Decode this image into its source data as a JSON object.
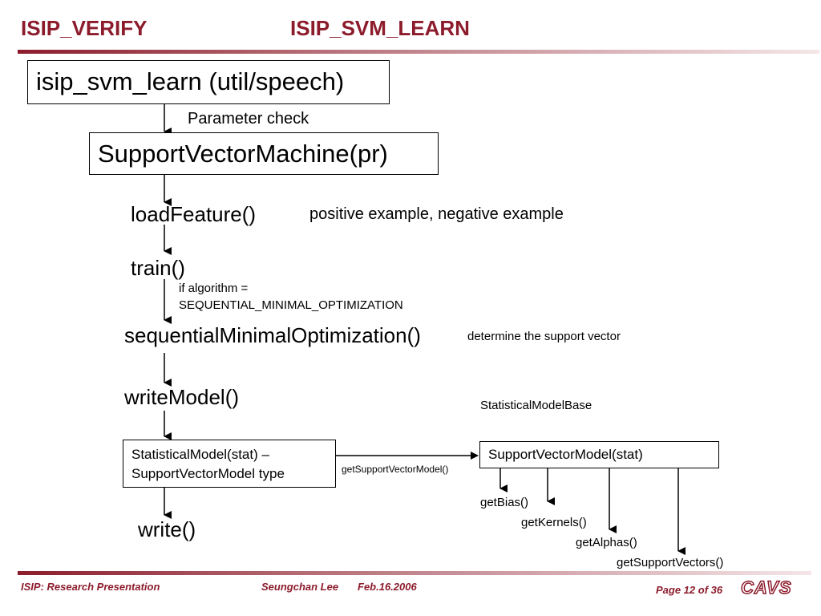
{
  "header": {
    "title_left": "ISIP_VERIFY",
    "title_right": "ISIP_SVM_LEARN"
  },
  "flow": {
    "main_box": "isip_svm_learn (util/speech)",
    "param_check": "Parameter check",
    "svm_box": "SupportVectorMachine(pr)",
    "load_feature": "loadFeature()",
    "load_feature_note": "positive example, negative example",
    "train": "train()",
    "train_note_line1": "if algorithm =",
    "train_note_line2": "SEQUENTIAL_MINIMAL_OPTIMIZATION",
    "smo": "sequentialMinimalOptimization()",
    "smo_note": "determine the support vector",
    "write_model": "writeModel()",
    "stat_base": "StatisticalModelBase",
    "stat_box_line1": "StatisticalModel(stat) –",
    "stat_box_line2": "SupportVectorModel type",
    "get_svm_model": "getSupportVectorModel()",
    "svm_model_box": "SupportVectorModel(stat)",
    "write": "write()",
    "get_bias": "getBias()",
    "get_kernels": "getKernels()",
    "get_alphas": "getAlphas()",
    "get_support_vectors": "getSupportVectors()"
  },
  "footer": {
    "left": "ISIP: Research Presentation",
    "author": "Seungchan Lee",
    "date": "Feb.16.2006",
    "page": "Page 12 of 36",
    "logo": "CAVS"
  },
  "colors": {
    "accent": "#8c1c2c"
  }
}
